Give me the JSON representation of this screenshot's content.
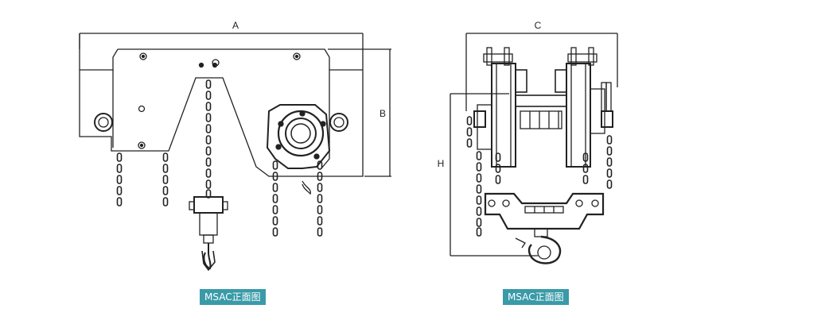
{
  "colors": {
    "caption_bg": "#3a9aa8",
    "line": "#222222",
    "fill_light": "#f4f4f4"
  },
  "front_view": {
    "dim_a": "A",
    "dim_b": "B",
    "caption": "MSAC正面图"
  },
  "side_view": {
    "dim_c": "C",
    "dim_h": "H",
    "caption": "MSAC正面图"
  }
}
